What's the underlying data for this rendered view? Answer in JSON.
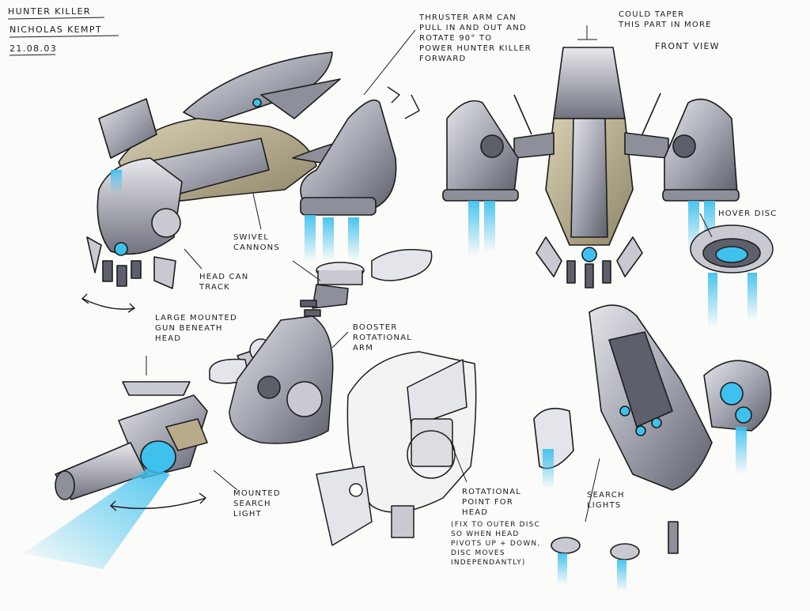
{
  "header": {
    "title": "Hunter Killer",
    "artist": "Nicholas Kempt",
    "date": "21.08.03"
  },
  "annotations": {
    "thruster_arm": "Thruster arm can\npull in and out and\nrotate 90° to\npower hunter killer\nforward",
    "taper": "Could taper\nthis part in more",
    "front_view": "Front view",
    "hover_disc": "Hover disc",
    "swivel_cannons": "Swivel\ncannons",
    "head_track": "Head can\ntrack",
    "gun_beneath": "Large mounted\ngun beneath\nhead",
    "booster_arm": "Booster\nrotational\narm",
    "search_light": "Mounted\nsearch\nlight",
    "rotational_point": "Rotational\npoint for\nhead",
    "disc_note": "(Fix to outer disc\nso when head\npivots up + down,\ndisc moves\nindependantly)",
    "search_lights": "Search\nlights"
  },
  "colors": {
    "ink": "#1c1c1c",
    "metal_gray": "#8d8f9a",
    "metal_light": "#c9cad1",
    "tan": "#b7ab8a",
    "thruster_cyan": "#3fc1ee"
  }
}
